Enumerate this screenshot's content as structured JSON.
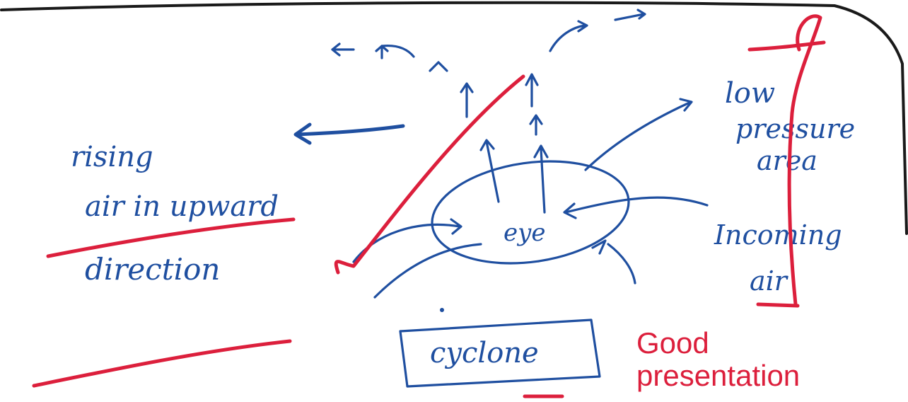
{
  "labels": {
    "rising": "rising",
    "rising_line2": "air in upward",
    "rising_line3": "direction",
    "low_1": "low",
    "low_2": "pressure",
    "low_3": "area",
    "incoming_1": "Incoming",
    "incoming_2": "air",
    "eye": "eye",
    "cyclone": "cyclone"
  },
  "annotation": {
    "comment_line1": "Good",
    "comment_line2": "presentation"
  },
  "colors": {
    "ink": "#1f4fa0",
    "annotation": "#dc1f3c",
    "paper": "#ffffff"
  }
}
